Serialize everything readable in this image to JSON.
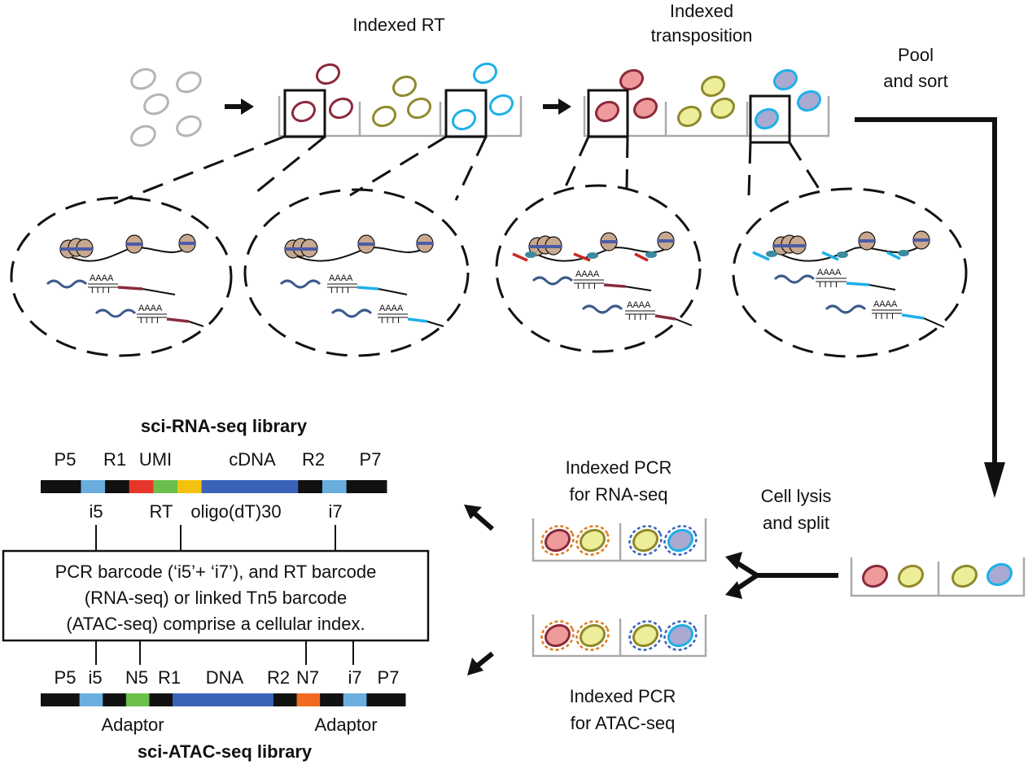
{
  "steps": {
    "indexed_rt": "Indexed RT",
    "indexed_transposition_1": "Indexed",
    "indexed_transposition_2": "transposition",
    "pool_1": "Pool",
    "pool_2": "and sort",
    "lysis_1": "Cell lysis",
    "lysis_2": "and split",
    "pcr_rna_1": "Indexed PCR",
    "pcr_rna_2": "for RNA-seq",
    "pcr_atac_1": "Indexed PCR",
    "pcr_atac_2": "for ATAC-seq"
  },
  "transcript": {
    "polya": "AAAA",
    "polyt": "TTTT"
  },
  "rna_library": {
    "title": "sci-RNA-seq library",
    "top_labels": {
      "p5": "P5",
      "r1": "R1",
      "umi": "UMI",
      "cdna": "cDNA",
      "r2": "R2",
      "p7": "P7"
    },
    "bottom_labels": {
      "i5": "i5",
      "rt": "RT",
      "oligo": "oligo(dT)30",
      "i7": "i7"
    },
    "segments": [
      {
        "name": "P5",
        "color": "#111111",
        "w": 1
      },
      {
        "name": "i5",
        "color": "#6aaee0",
        "w": 0.6
      },
      {
        "name": "R1",
        "color": "#111111",
        "w": 0.6
      },
      {
        "name": "RT",
        "color": "#e8352a",
        "w": 0.6
      },
      {
        "name": "UMI",
        "color": "#6dbf4b",
        "w": 0.6
      },
      {
        "name": "oligo",
        "color": "#f4c20d",
        "w": 0.6
      },
      {
        "name": "cDNA",
        "color": "#3a63b8",
        "w": 2.4
      },
      {
        "name": "R2",
        "color": "#111111",
        "w": 0.6
      },
      {
        "name": "i7",
        "color": "#6aaee0",
        "w": 0.6
      },
      {
        "name": "P7",
        "color": "#111111",
        "w": 1
      }
    ]
  },
  "note": {
    "line1": "PCR barcode (‘i5’+ ‘i7’), and RT barcode",
    "line2": "(RNA-seq) or linked Tn5 barcode",
    "line3": "(ATAC-seq) comprise a cellular index."
  },
  "atac_library": {
    "title": "sci-ATAC-seq library",
    "top_labels": {
      "p5": "P5",
      "i5": "i5",
      "n5": "N5",
      "r1": "R1",
      "dna": "DNA",
      "r2": "R2",
      "n7": "N7",
      "i7": "i7",
      "p7": "P7"
    },
    "adaptor_left": "Adaptor",
    "adaptor_right": "Adaptor",
    "segments": [
      {
        "name": "P5",
        "color": "#111111",
        "w": 1
      },
      {
        "name": "i5",
        "color": "#6aaee0",
        "w": 0.6
      },
      {
        "name": "black1",
        "color": "#111111",
        "w": 0.6
      },
      {
        "name": "N5",
        "color": "#6dbf4b",
        "w": 0.6
      },
      {
        "name": "R1",
        "color": "#111111",
        "w": 0.6
      },
      {
        "name": "DNA",
        "color": "#3a63b8",
        "w": 2.6
      },
      {
        "name": "R2",
        "color": "#111111",
        "w": 0.6
      },
      {
        "name": "N7",
        "color": "#f26a21",
        "w": 0.6
      },
      {
        "name": "black2",
        "color": "#111111",
        "w": 0.6
      },
      {
        "name": "i7",
        "color": "#6aaee0",
        "w": 0.6
      },
      {
        "name": "P7",
        "color": "#111111",
        "w": 1
      }
    ]
  },
  "colors": {
    "rt_red": "#8b2a3c",
    "rt_olive": "#8f8a2c",
    "rt_cyan": "#1eb0e8",
    "tn_red_fill": "#ef9a9a",
    "tn_yellow_fill": "#eeee9a",
    "tn_blue_fill": "#a9a9d1",
    "dash_orange": "#e07b1e",
    "dash_blue": "#3a63b8",
    "transcript": "#3b5a8a",
    "unindexed": "#b5b5b5"
  }
}
